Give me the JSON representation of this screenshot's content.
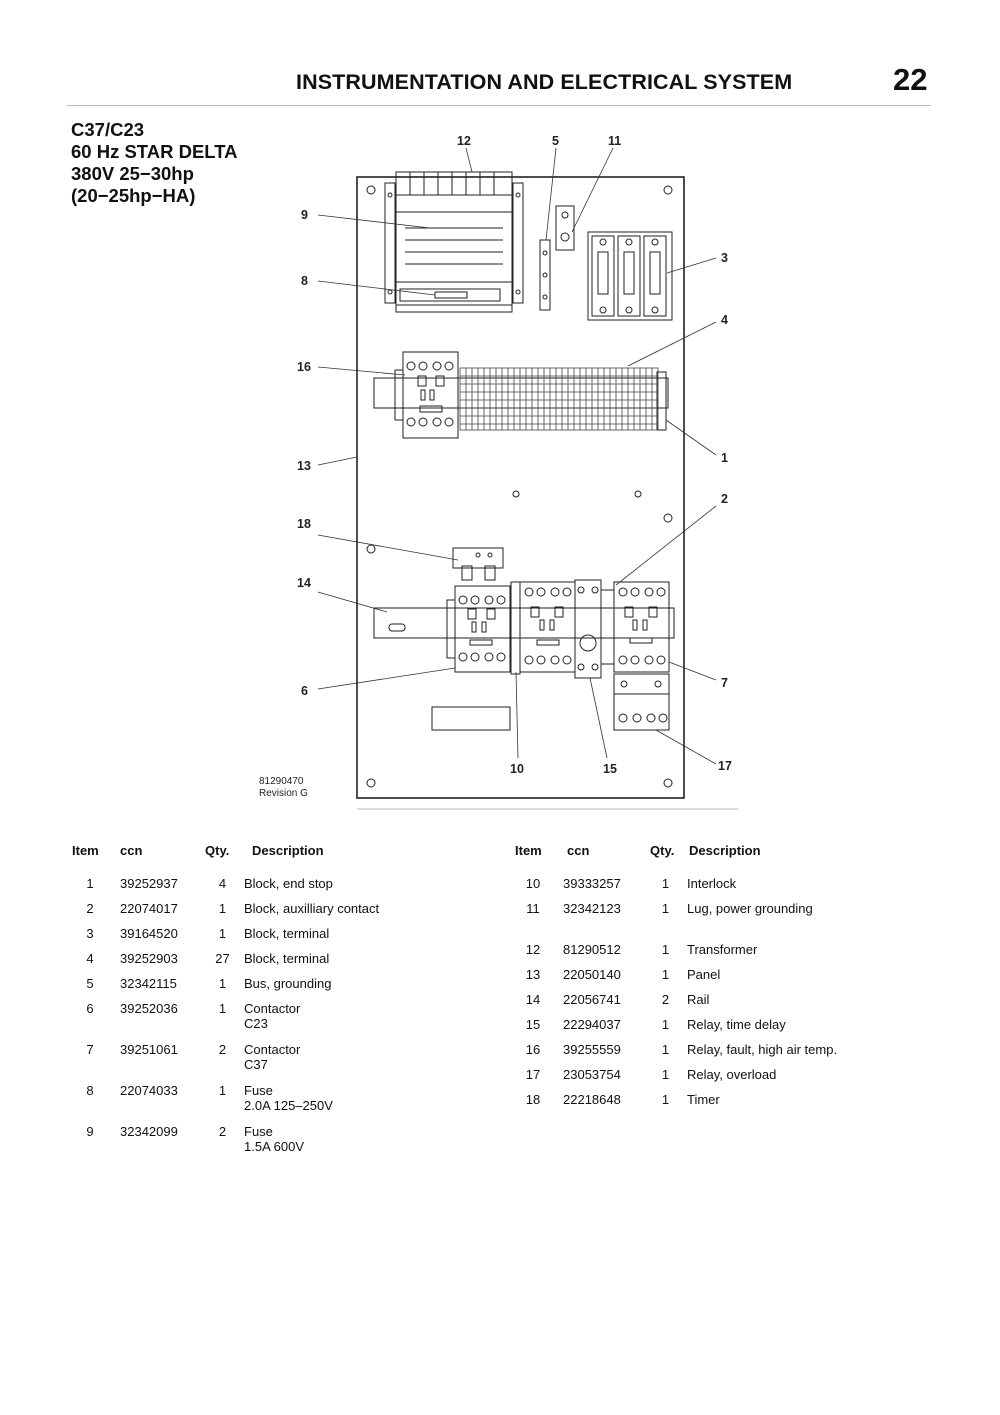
{
  "header": {
    "title": "INSTRUMENTATION AND ELECTRICAL SYSTEM",
    "page_number": "22"
  },
  "model": {
    "line1": "C37/C23",
    "line2": "60 Hz STAR DELTA",
    "line3": "380V 25−30hp",
    "line4": "(20−25hp−HA)"
  },
  "diagram": {
    "callouts": [
      "12",
      "5",
      "11",
      "9",
      "3",
      "8",
      "4",
      "16",
      "1",
      "13",
      "2",
      "18",
      "14",
      "6",
      "7",
      "10",
      "15",
      "17"
    ],
    "drawing_number": "81290470",
    "revision": "Revision G"
  },
  "table": {
    "columns": {
      "item": "Item",
      "ccn": "ccn",
      "qty": "Qty.",
      "description": "Description"
    },
    "left": [
      {
        "item": "1",
        "ccn": "39252937",
        "qty": "4",
        "desc1": "Block, end stop",
        "desc2": ""
      },
      {
        "item": "2",
        "ccn": "22074017",
        "qty": "1",
        "desc1": "Block, auxilliary contact",
        "desc2": ""
      },
      {
        "item": "3",
        "ccn": "39164520",
        "qty": "1",
        "desc1": "Block, terminal",
        "desc2": ""
      },
      {
        "item": "4",
        "ccn": "39252903",
        "qty": "27",
        "desc1": "Block, terminal",
        "desc2": ""
      },
      {
        "item": "5",
        "ccn": "32342115",
        "qty": "1",
        "desc1": "Bus, grounding",
        "desc2": ""
      },
      {
        "item": "6",
        "ccn": "39252036",
        "qty": "1",
        "desc1": "Contactor",
        "desc2": "C23"
      },
      {
        "item": "7",
        "ccn": "39251061",
        "qty": "2",
        "desc1": "Contactor",
        "desc2": "C37"
      },
      {
        "item": "8",
        "ccn": "22074033",
        "qty": "1",
        "desc1": "Fuse",
        "desc2": "2.0A  125–250V"
      },
      {
        "item": "9",
        "ccn": "32342099",
        "qty": "2",
        "desc1": "Fuse",
        "desc2": "1.5A  600V"
      }
    ],
    "right": [
      {
        "item": "10",
        "ccn": "39333257",
        "qty": "1",
        "desc1": "Interlock",
        "desc2": ""
      },
      {
        "item": "11",
        "ccn": "32342123",
        "qty": "1",
        "desc1": "Lug, power grounding",
        "desc2": ""
      },
      {
        "item": "12",
        "ccn": "81290512",
        "qty": "1",
        "desc1": "Transformer",
        "desc2": ""
      },
      {
        "item": "13",
        "ccn": "22050140",
        "qty": "1",
        "desc1": "Panel",
        "desc2": ""
      },
      {
        "item": "14",
        "ccn": "22056741",
        "qty": "2",
        "desc1": "Rail",
        "desc2": ""
      },
      {
        "item": "15",
        "ccn": "22294037",
        "qty": "1",
        "desc1": "Relay, time delay",
        "desc2": ""
      },
      {
        "item": "16",
        "ccn": "39255559",
        "qty": "1",
        "desc1": "Relay, fault, high air temp.",
        "desc2": ""
      },
      {
        "item": "17",
        "ccn": "23053754",
        "qty": "1",
        "desc1": "Relay, overload",
        "desc2": ""
      },
      {
        "item": "18",
        "ccn": "22218648",
        "qty": "1",
        "desc1": "Timer",
        "desc2": ""
      }
    ]
  }
}
